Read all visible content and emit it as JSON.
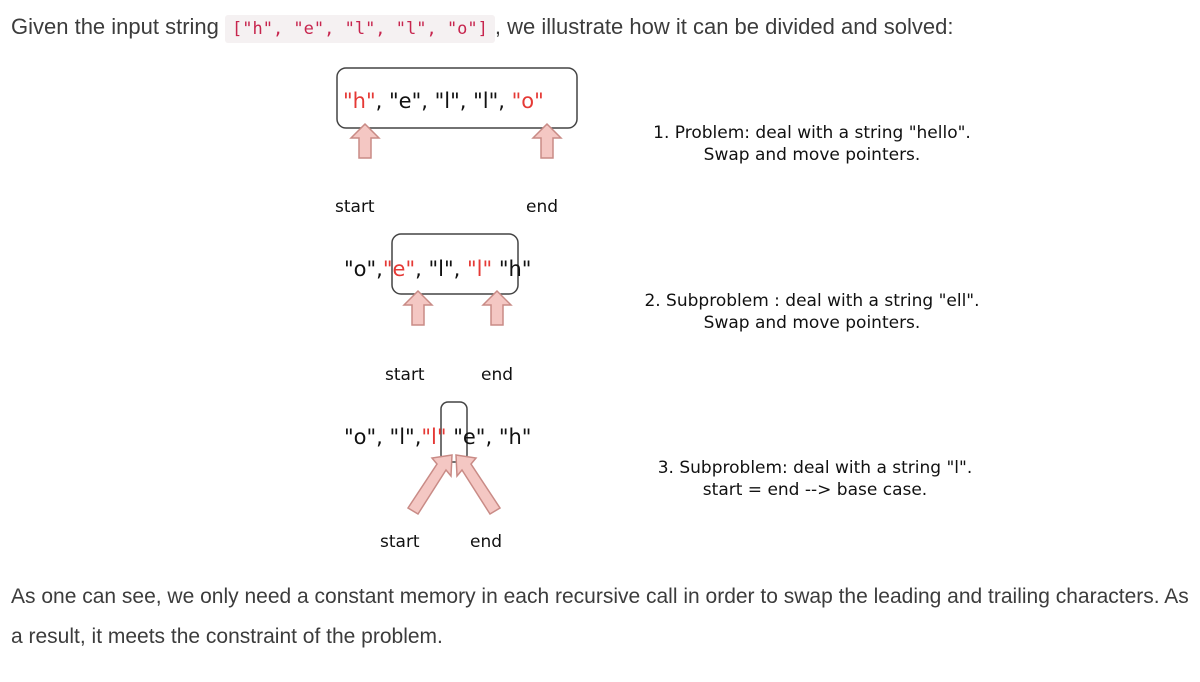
{
  "intro": {
    "before": "Given the input string ",
    "code": "[\"h\", \"e\", \"l\", \"l\", \"o\"]",
    "after": ", we illustrate how it can be divided and solved:"
  },
  "steps": [
    {
      "tokens_plain": [
        "\"h\"",
        ", ",
        "\"e\"",
        ", ",
        "\"l\"",
        ", ",
        "\"l\"",
        ", ",
        "\"o\""
      ],
      "start_label": "start",
      "end_label": "end",
      "note_line1": "1. Problem: deal with a string \"hello\".",
      "note_line2": "Swap and move pointers."
    },
    {
      "tokens_plain": [
        "\"o\"",
        ",",
        "\"e\"",
        ", ",
        "\"l\"",
        ", ",
        "\"l\"",
        " ",
        "\"h\""
      ],
      "start_label": "start",
      "end_label": "end",
      "note_line1": "2. Subproblem : deal with a string \"ell\".",
      "note_line2": "Swap and move pointers."
    },
    {
      "tokens_plain": [
        "\"o\"",
        ", ",
        "\"l\"",
        ",",
        "\"l\"",
        " ",
        "\"e\"",
        ", ",
        "\"h\""
      ],
      "start_label": "start",
      "end_label": "end",
      "note_line1": "3. Subproblem: deal with a string \"l\".",
      "note_line2": "start = end --> base case."
    }
  ],
  "outro": "As one can see, we only need a constant memory in each recursive call in order to swap the leading and trailing characters. As a result, it meets the constraint of the problem.",
  "colors": {
    "highlight": "#e53935",
    "arrow_fill": "#f4c7c3",
    "arrow_stroke": "#c98b86",
    "box_stroke": "#444444"
  }
}
